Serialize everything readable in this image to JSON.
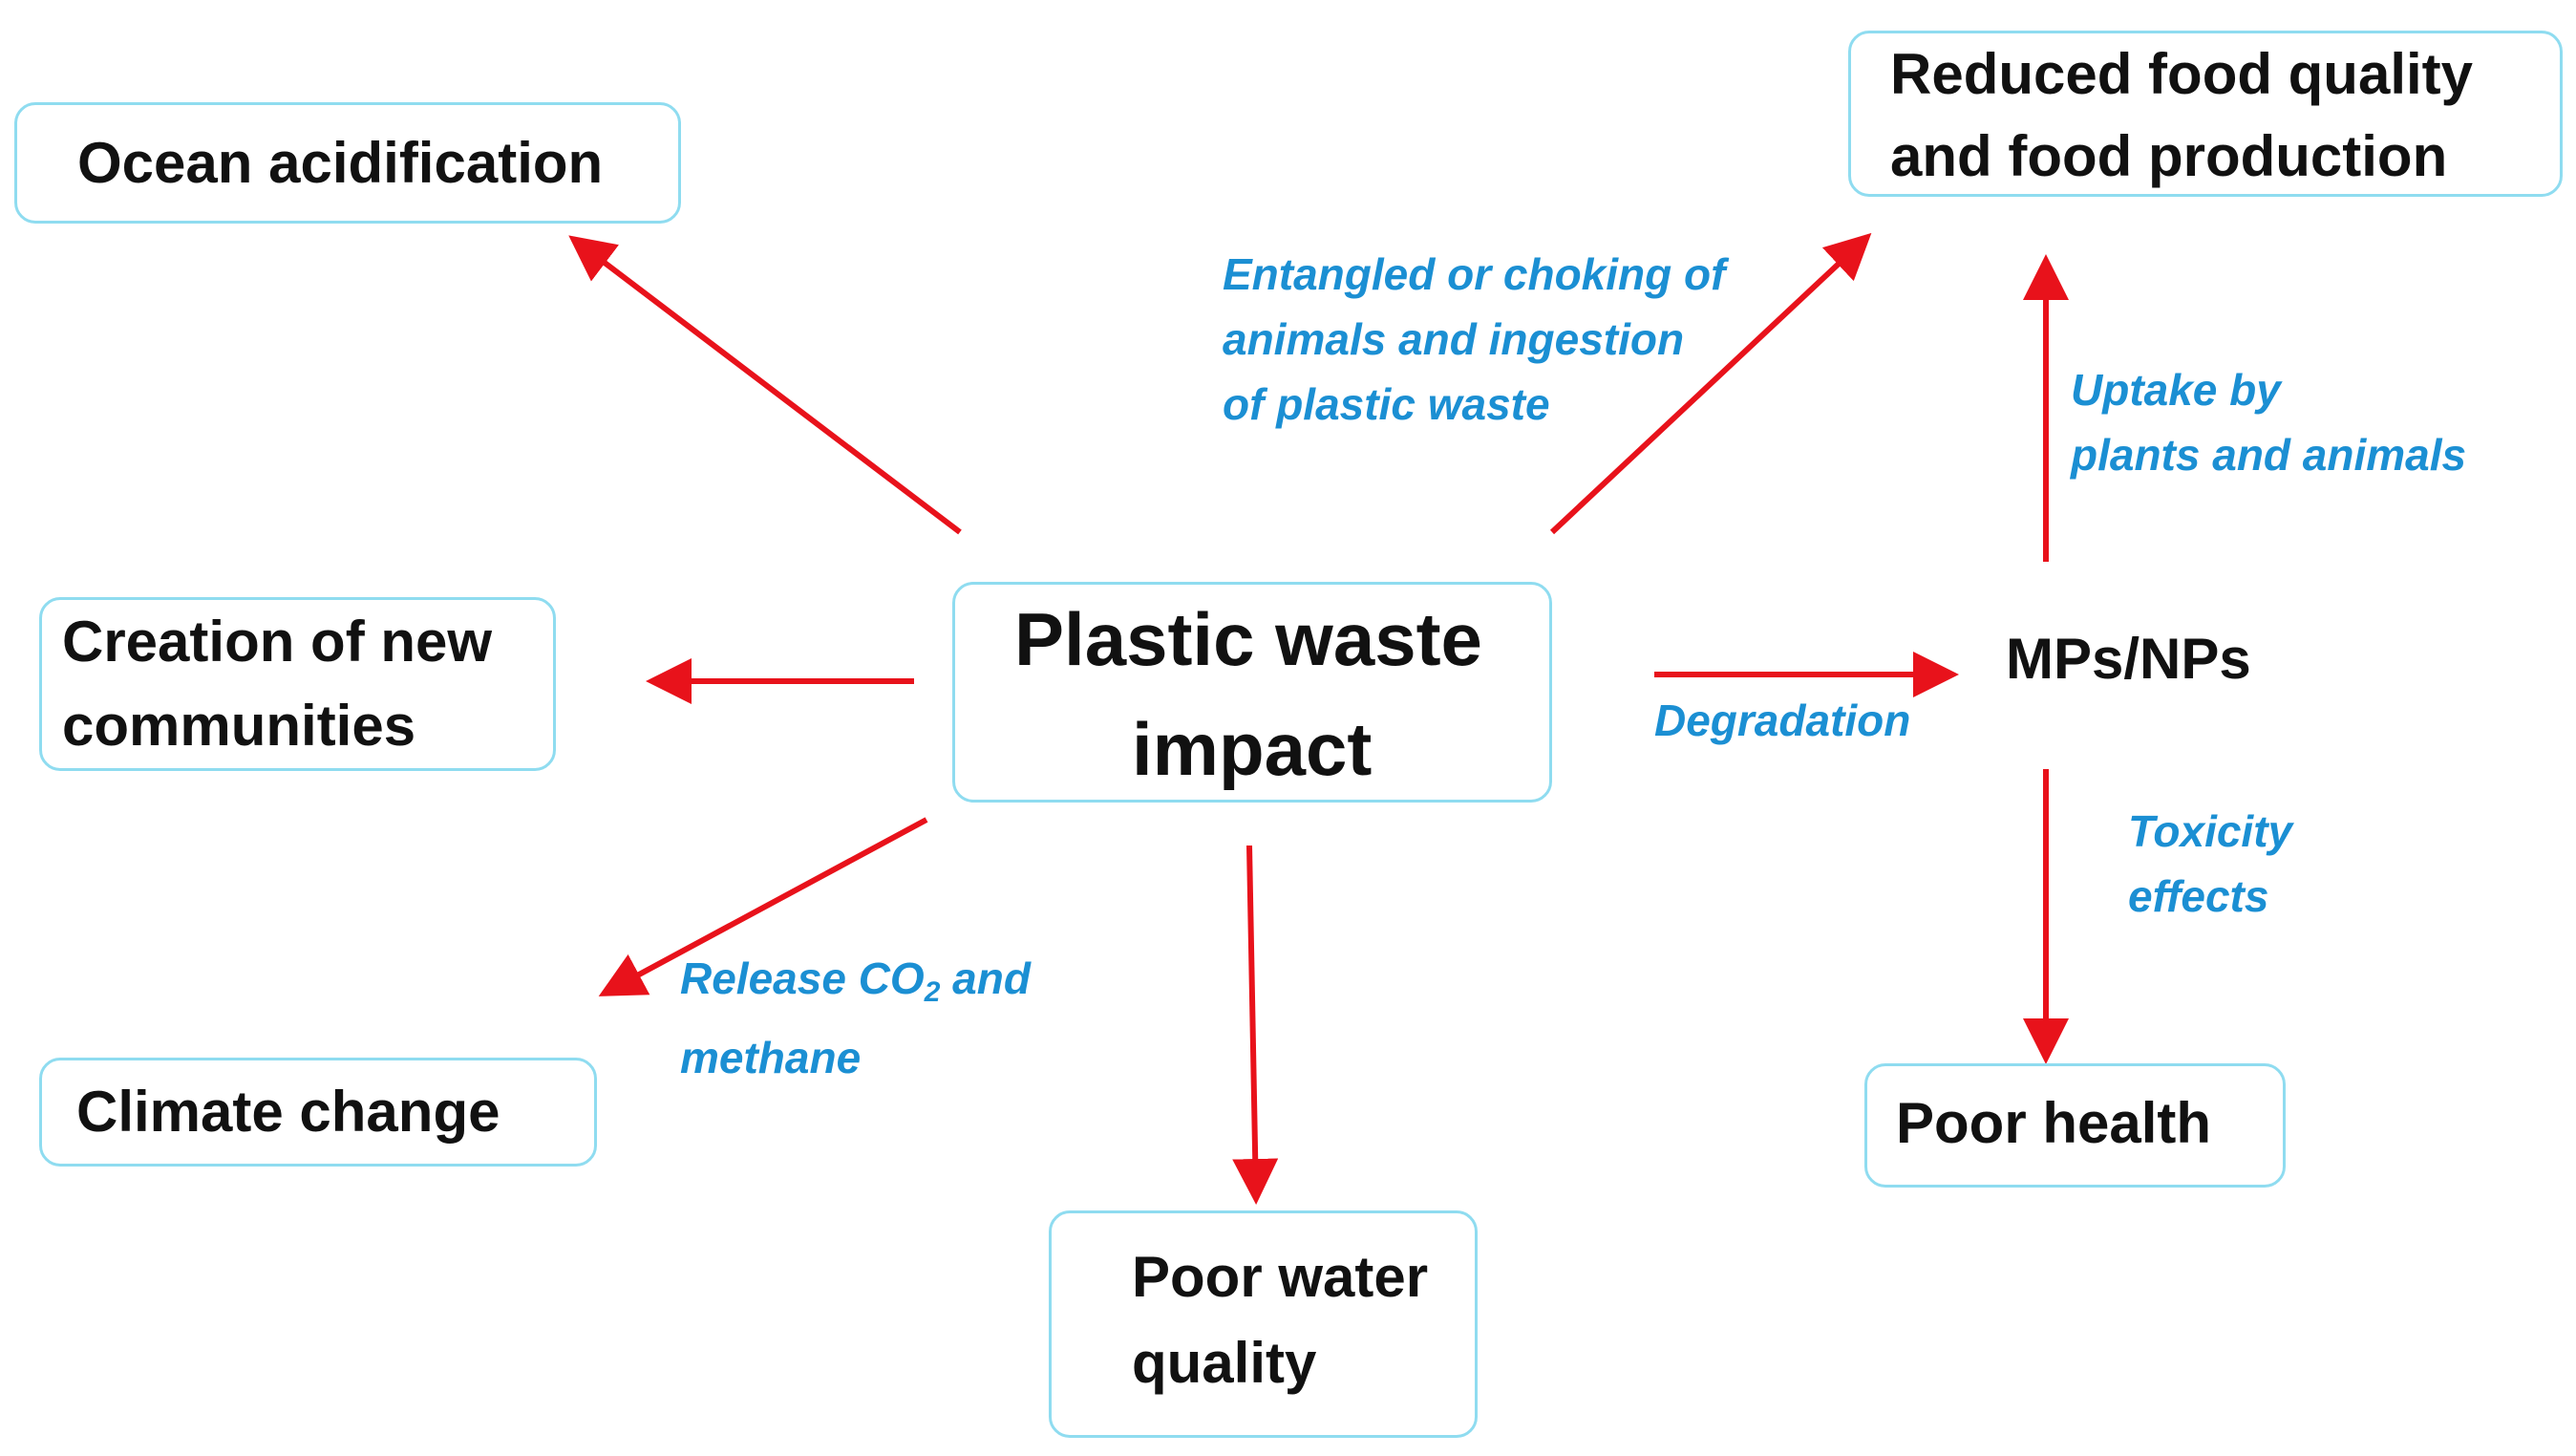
{
  "nodes": {
    "center": {
      "line1": "Plastic waste",
      "line2": "impact"
    },
    "ocean_acidification": {
      "line1": "Ocean acidification"
    },
    "reduced_food": {
      "line1": "Reduced food quality",
      "line2": "and food production"
    },
    "new_communities": {
      "line1": "Creation of new",
      "line2": "communities"
    },
    "climate_change": {
      "line1": "Climate change"
    },
    "poor_water": {
      "line1": "Poor water",
      "line2": "quality"
    },
    "mps_nps": {
      "line1": "MPs/NPs"
    },
    "poor_health": {
      "line1": "Poor health"
    }
  },
  "edge_labels": {
    "entangled": {
      "line1": "Entangled or choking of",
      "line2": "animals and ingestion",
      "line3": "of plastic waste"
    },
    "uptake": {
      "line1": "Uptake by",
      "line2": "plants and animals"
    },
    "degradation": {
      "line1": "Degradation"
    },
    "toxicity": {
      "line1": "Toxicity",
      "line2": "effects"
    },
    "release": {
      "prefix": "Release  CO",
      "subscript": "2",
      "suffix": " and",
      "line2": "methane"
    }
  },
  "colors": {
    "box_border": "#8fdcf0",
    "arrow": "#e8121b",
    "edge_label": "#1b8fd3",
    "node_text": "#111111"
  }
}
